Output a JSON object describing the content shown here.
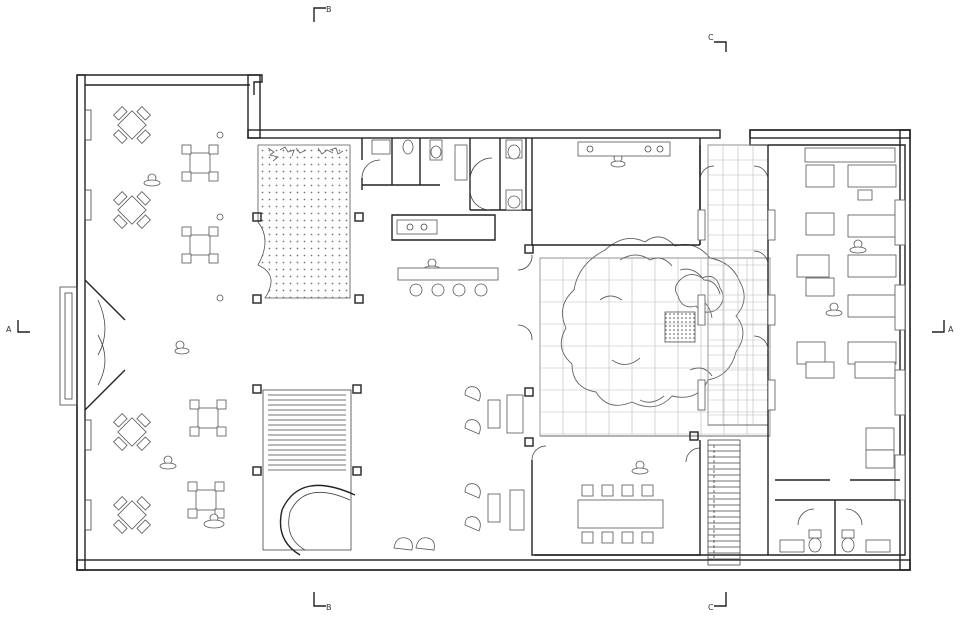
{
  "title": "",
  "section_markers": {
    "a_left": "A",
    "a_right": "A",
    "b_top": "B",
    "b_bottom": "B",
    "c_top": "C",
    "c_bottom": "C"
  },
  "colors": {
    "wall": "#222222",
    "furniture": "#555555",
    "background": "#ffffff"
  }
}
